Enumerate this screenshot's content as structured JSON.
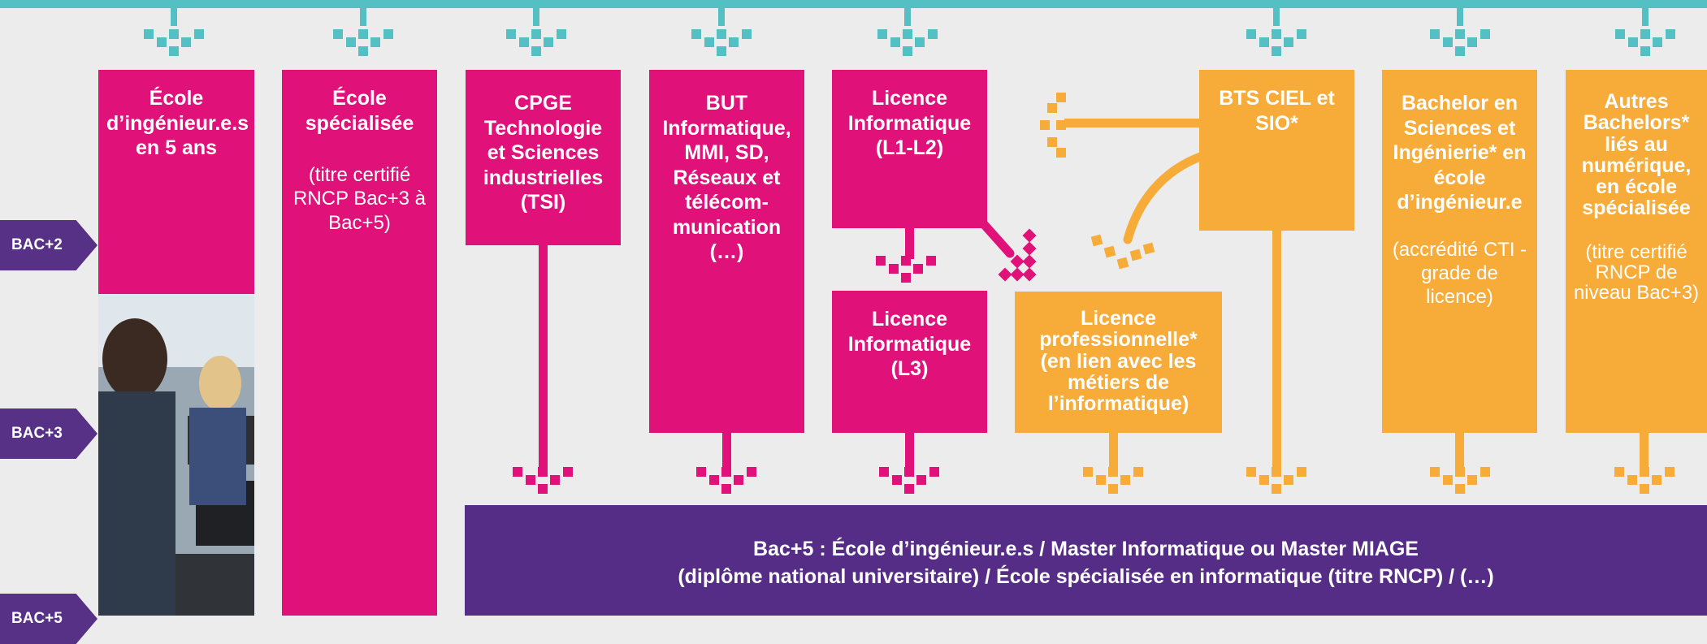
{
  "colors": {
    "teal": "#55c0c4",
    "magenta": "#e0127a",
    "orange": "#f7ab38",
    "purple": "#552c86",
    "levelPurple": "#563186",
    "background": "#ececec"
  },
  "levels": {
    "bac2": "BAC+2",
    "bac3": "BAC+3",
    "bac5": "BAC+5"
  },
  "formations": {
    "ecole_ingenieur": {
      "title": "École d’ingénieur.e.s en 5 ans"
    },
    "ecole_specialisee": {
      "title": "École spécialisée",
      "sub": "(titre certifié RNCP Bac+3 à Bac+5)"
    },
    "cpge": {
      "title": "CPGE Technologie et Sciences industrielles (TSI)"
    },
    "but": {
      "title": "BUT Informatique, MMI, SD, Réseaux et télécom-munication (…)"
    },
    "licence_l1l2": {
      "title": "Licence Informatique (L1-L2)"
    },
    "licence_l3": {
      "title": "Licence Informatique (L3)"
    },
    "licence_pro": {
      "title": "Licence professionnelle* (en lien avec les métiers de l’informatique)"
    },
    "bts": {
      "title": "BTS CIEL et SIO*"
    },
    "bachelor_ingenierie": {
      "title": "Bachelor en Sciences et Ingénierie* en école d’ingénieur.e",
      "sub": "(accrédité CTI - grade de licence)"
    },
    "autres_bachelors": {
      "title": "Autres Bachelors* liés au numérique, en école spécialisée",
      "sub": "(titre certifié RNCP de niveau Bac+3)"
    }
  },
  "bac5": {
    "line1": "Bac+5 : École d’ingénieur.e.s / Master Informatique ou Master MIAGE",
    "line2": "(diplôme national universitaire) / École spécialisée en informatique (titre RNCP) / (…)"
  }
}
